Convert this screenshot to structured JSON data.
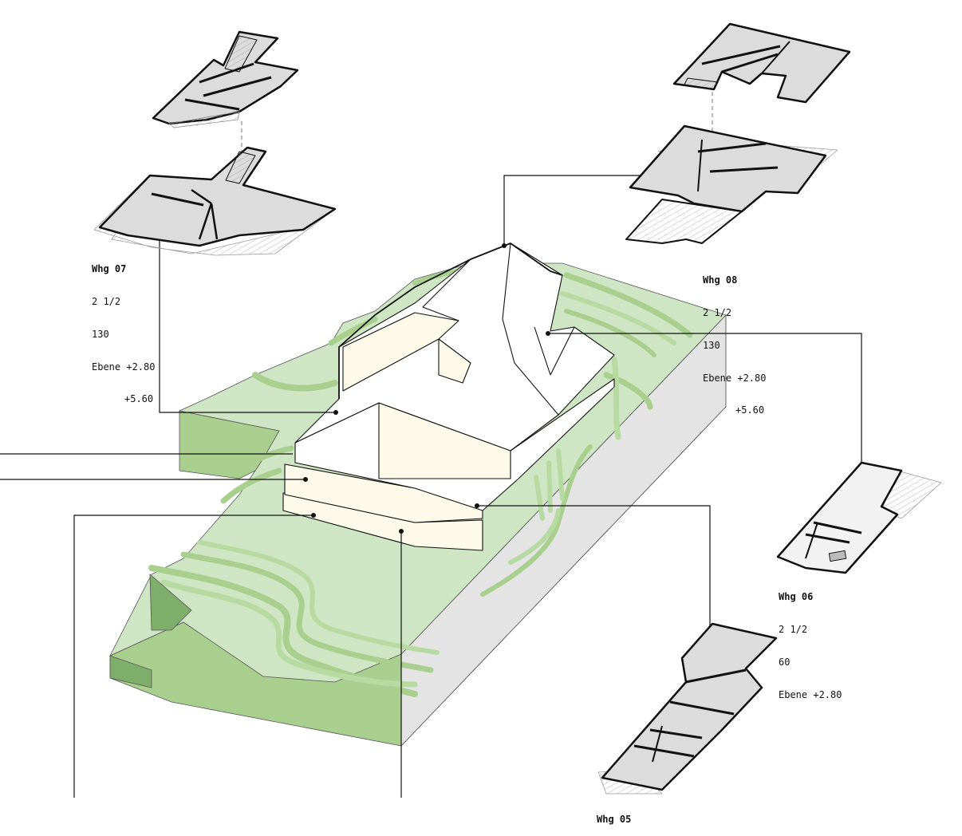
{
  "colors": {
    "terrain_top": "#cfe6c4",
    "terrain_side": "#a9cf8f",
    "terrain_dark": "#7fae6a",
    "terrain_edge": "#b7d9a2",
    "building": "#ffffff",
    "building_shade": "#fdfae9",
    "box_side": "#e4e4e4",
    "plan_fill": "#dcdcdc",
    "line": "#111111"
  },
  "units": [
    {
      "id": "whg07",
      "name": "Whg 07",
      "rooms": "2 1/2",
      "area": "130",
      "level": "Ebene +2.80",
      "level2": "+5.60"
    },
    {
      "id": "whg08",
      "name": "Whg 08",
      "rooms": "2 1/2",
      "area": "130",
      "level": "Ebene +2.80",
      "level2": "+5.60"
    },
    {
      "id": "whg06",
      "name": "Whg 06",
      "rooms": "2 1/2",
      "area": "60",
      "level": "Ebene +2.80"
    },
    {
      "id": "whg05",
      "name": "Whg 05"
    }
  ]
}
